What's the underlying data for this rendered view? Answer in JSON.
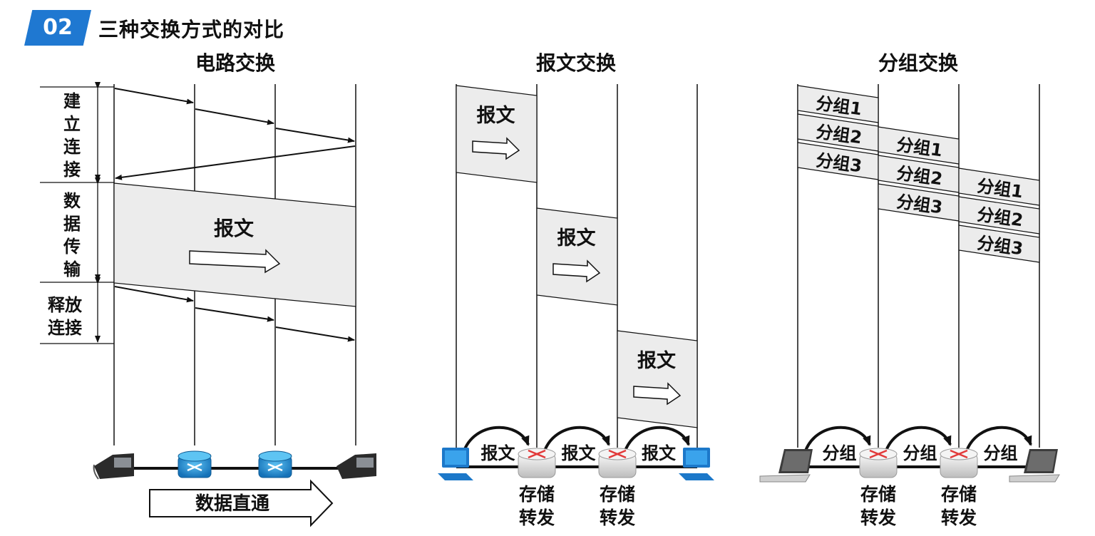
{
  "header": {
    "badge": "02",
    "title": "三种交换方式的对比"
  },
  "circuit": {
    "title": "电路交换",
    "phases": {
      "setup": "建立连接",
      "transfer": "数据传输",
      "release": "释放连接"
    },
    "message_label": "报文",
    "bottom_arrow_label": "数据直通"
  },
  "message": {
    "title": "报文交换",
    "block_label": "报文",
    "hop_label": "报文",
    "store_forward_line1": "存储",
    "store_forward_line2": "转发"
  },
  "packet": {
    "title": "分组交换",
    "packet_labels": [
      "分组1",
      "分组2",
      "分组3"
    ],
    "hop_label": "分组",
    "store_forward_line1": "存储",
    "store_forward_line2": "转发"
  },
  "colors": {
    "accent": "#1f78d1",
    "block_fill": "#ececec",
    "router_blue": "#1c8fd6",
    "line": "#111111"
  },
  "icons": {
    "phone": "phone-icon",
    "router": "router-icon",
    "computer": "computer-icon",
    "laptop": "laptop-icon"
  }
}
